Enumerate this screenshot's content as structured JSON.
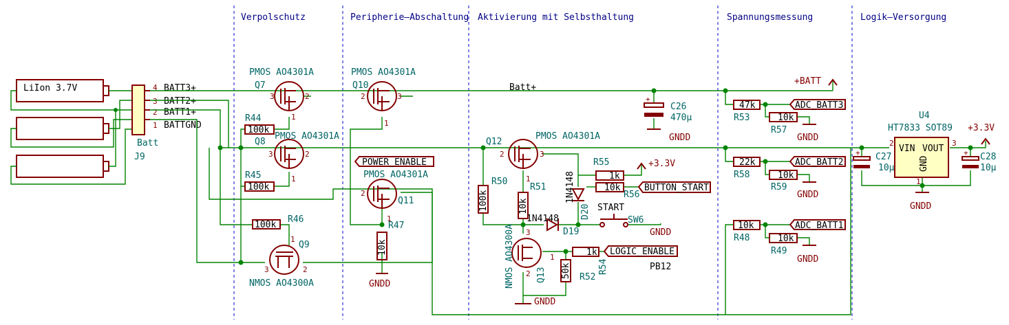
{
  "sections": [
    "Verpolschutz",
    "Peripherie–Abschaltung",
    "Aktivierung mit Selbsthaltung",
    "Spannungsmessung",
    "Logik–Versorgung"
  ],
  "batteries": [
    {
      "value": "LiIon 3.7V"
    },
    {
      "value": ""
    },
    {
      "value": ""
    }
  ],
  "connector": {
    "ref": "J9",
    "value": "Batt",
    "pins": [
      {
        "num": "4",
        "net": "BATT3+"
      },
      {
        "num": "3",
        "net": "BATT2+"
      },
      {
        "num": "2",
        "net": "BATT1+"
      },
      {
        "num": "1",
        "net": "BATTGND"
      }
    ]
  },
  "mosfets": {
    "q7": {
      "ref": "Q7",
      "value": "PMOS AO4301A"
    },
    "q8": {
      "ref": "Q8",
      "value": "PMOS AO4301A"
    },
    "q9": {
      "ref": "Q9",
      "value": "NMOS AO4300A"
    },
    "q10": {
      "ref": "Q10",
      "value": "PMOS AO4301A"
    },
    "q11": {
      "ref": "Q11",
      "value": "PMOS AO4301A"
    },
    "q12": {
      "ref": "Q12",
      "value": "PMOS AO4301A"
    },
    "q13": {
      "ref": "Q13",
      "value": "NMOS AO4300A"
    }
  },
  "resistors": {
    "r44": {
      "ref": "R44",
      "value": "100k"
    },
    "r45": {
      "ref": "R45",
      "value": "100k"
    },
    "r46": {
      "ref": "R46",
      "value": "100k"
    },
    "r47": {
      "ref": "R47",
      "value": "10k"
    },
    "r50": {
      "ref": "R50",
      "value": "100k"
    },
    "r51": {
      "ref": "R51",
      "value": "10k"
    },
    "r55": {
      "ref": "R55",
      "value": "1k"
    },
    "r56": {
      "ref": "R56",
      "value": "10k"
    },
    "r52": {
      "ref": "R52",
      "value": "50k"
    },
    "r54": {
      "ref": "R54",
      "value": "1k"
    },
    "r53": {
      "ref": "R53",
      "value": "47k"
    },
    "r57": {
      "ref": "R57",
      "value": "10k"
    },
    "r58": {
      "ref": "R58",
      "value": "22k"
    },
    "r59": {
      "ref": "R59",
      "value": "10k"
    },
    "r48": {
      "ref": "R48",
      "value": "10k"
    },
    "r49": {
      "ref": "R49",
      "value": "10k"
    }
  },
  "diodes": {
    "d19": {
      "ref": "D19",
      "value": "1N4148"
    },
    "d20": {
      "ref": "D20",
      "value": "1N4148"
    }
  },
  "switch": {
    "ref": "SW6",
    "value": "START"
  },
  "caps": {
    "c26": {
      "ref": "C26",
      "value": "470µ"
    },
    "c27": {
      "ref": "C27",
      "value": "10µ"
    },
    "c28": {
      "ref": "C28",
      "value": "10µ"
    }
  },
  "regulator": {
    "ref": "U4",
    "value": "HT7833 SOT89",
    "pin_vin": "VIN",
    "pin_vout": "VOUT",
    "pin_gnd": "GND",
    "pin1": "1",
    "pin2": "2",
    "pin3": "3"
  },
  "nets": {
    "batt_plus": "Batt+",
    "pb12": "PB12"
  },
  "global_labels": {
    "power_enable": "POWER_ENABLE",
    "button_start": "BUTTON_START",
    "logic_enable": "LOGIC_ENABLE",
    "adc_batt3": "ADC_BATT3",
    "adc_batt2": "ADC_BATT2",
    "adc_batt1": "ADC_BATT1"
  },
  "power": {
    "gndd": "GNDD",
    "v33": "+3.3V",
    "batt": "+BATT"
  },
  "pins": {
    "p1": "1",
    "p2": "2",
    "p3": "3"
  },
  "colors": {
    "wire": "#008400",
    "component": "#840000",
    "fill": "#ffffc4",
    "section_divider": "#0000c8"
  }
}
